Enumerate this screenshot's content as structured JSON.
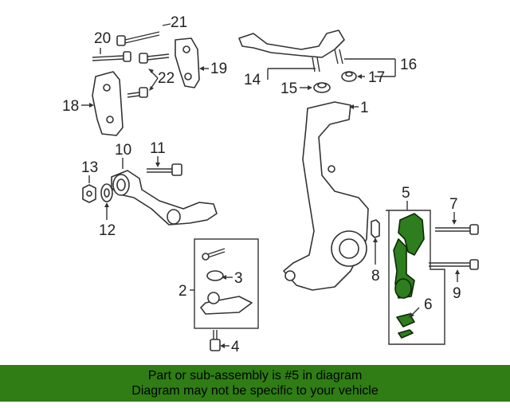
{
  "diagram": {
    "callouts": [
      "1",
      "2",
      "3",
      "4",
      "5",
      "6",
      "7",
      "8",
      "9",
      "10",
      "11",
      "12",
      "13",
      "14",
      "15",
      "16",
      "17",
      "18",
      "19",
      "20",
      "21",
      "22"
    ],
    "highlight_color": "#2e7d1e"
  },
  "banner": {
    "line1": "Part or sub-assembly is #5 in diagram",
    "line2": "Diagram may not be specific to your vehicle",
    "background": "#2f7d14"
  }
}
